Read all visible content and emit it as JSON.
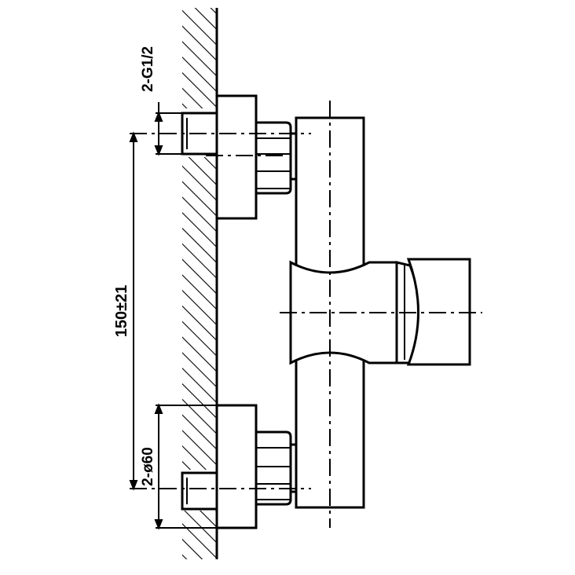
{
  "drawing": {
    "labels": {
      "thread_size": "2-G1/2",
      "center_distance": "150±21",
      "flange_diameter": "2-ø60"
    },
    "colors": {
      "line": "#000000",
      "background": "#ffffff"
    }
  }
}
